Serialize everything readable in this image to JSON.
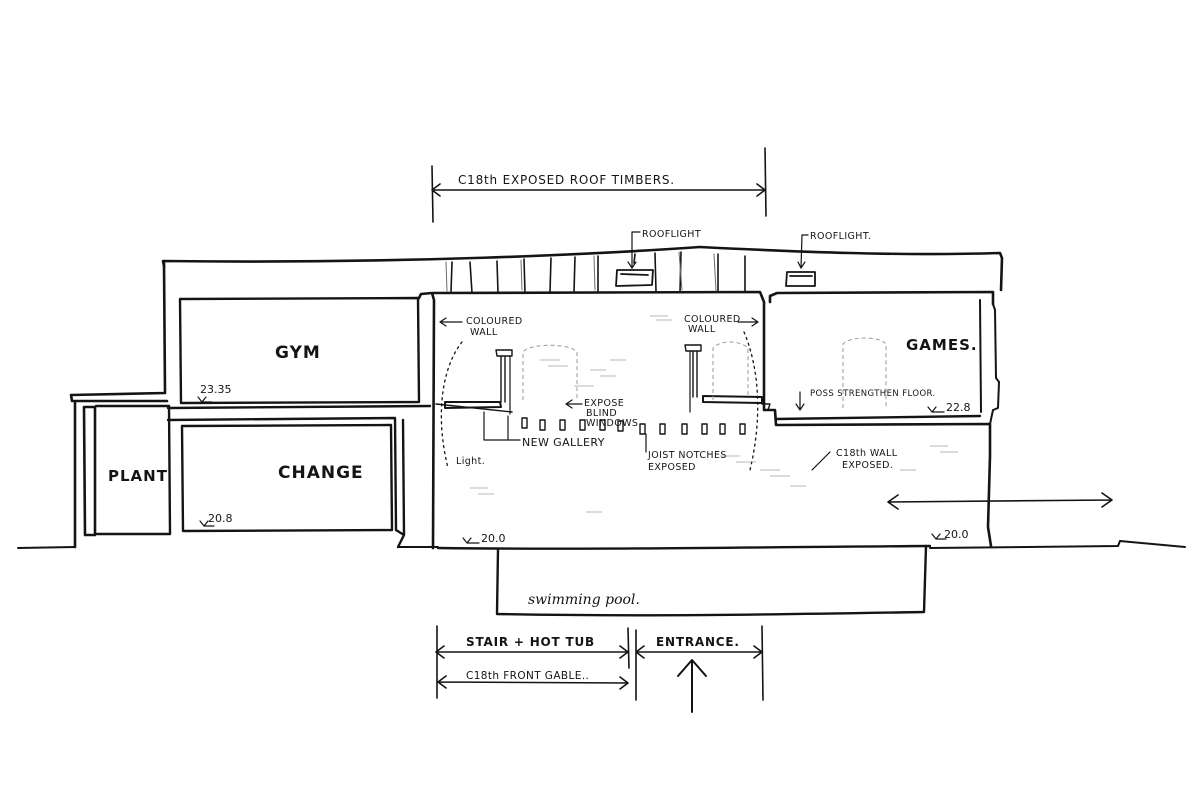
{
  "labels": {
    "roof_timbers": "C18th EXPOSED ROOF TIMBERS.",
    "rooflight_a": "ROOFLIGHT",
    "rooflight_b": "ROOFLIGHT.",
    "gym": "GYM",
    "change": "CHANGE",
    "plant": "PLANT",
    "games": "GAMES.",
    "coloured_wall_left": [
      "COLOURED",
      "WALL"
    ],
    "coloured_wall_right": [
      "COLOURED",
      "WALL"
    ],
    "expose_blind_windows": [
      "EXPOSE",
      "BLIND",
      "WINDOWS"
    ],
    "new_gallery": "NEW GALLERY",
    "joist_notches": [
      "JOIST NOTCHES",
      "EXPOSED"
    ],
    "light": "Light.",
    "c18_wall": [
      "C18th WALL",
      "EXPOSED."
    ],
    "poss_strengthen": "POSS STRENGTHEN FLOOR.",
    "swimming_pool": "swimming pool.",
    "stair_hot_tub": "STAIR + HOT TUB",
    "entrance": "ENTRANCE.",
    "front_gable": "C18th FRONT GABLE.."
  },
  "levels": {
    "gym": "23.35",
    "change": "20.8",
    "hall": "20.0",
    "right": "20.0",
    "games": "22.8"
  }
}
